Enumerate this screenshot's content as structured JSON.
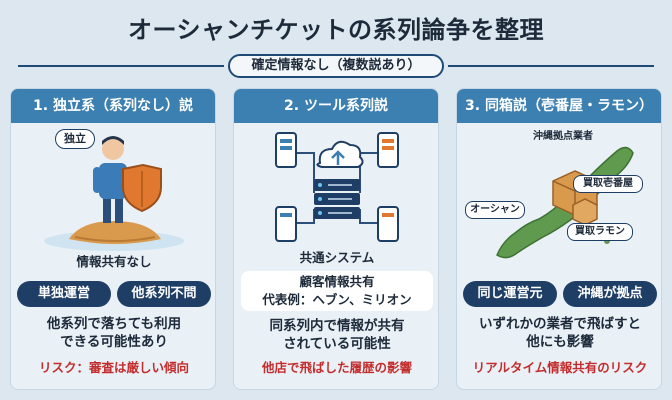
{
  "title": "オーシャンチケットの系列論争を整理",
  "subtitle": "確定情報なし（複数説あり）",
  "panels": [
    {
      "header": "1. 独立系（系列なし）説",
      "illus_tag": "独立",
      "illus_caption": "情報共有なし",
      "pills": [
        "単独運営",
        "他系列不問"
      ],
      "desc_lines": [
        "他系列で落ちても利用",
        "できる可能性あり"
      ],
      "risk": "リスク：審査は厳しい傾向"
    },
    {
      "header": "2. ツール系列説",
      "illus_caption": "共通システム",
      "box_lines": [
        "顧客情報共有",
        "代表例：ヘブン、ミリオン"
      ],
      "desc_lines": [
        "同系列内で情報が共有",
        "されている可能性"
      ],
      "risk": "他店で飛ばした履歴の影響"
    },
    {
      "header": "3. 同箱説（壱番屋・ラモン）",
      "map_tags": {
        "top": "沖縄拠点業者",
        "ocean": "オーシャン",
        "ichiban": "買取壱番屋",
        "ramon": "買取ラモン"
      },
      "pills": [
        "同じ運営元",
        "沖縄が拠点"
      ],
      "desc_lines": [
        "いずれかの業者で飛ばすと",
        "他にも影響"
      ],
      "risk": "リアルタイム情報共有のリスク"
    }
  ],
  "colors": {
    "header": "#3c7fb1",
    "pill": "#1f3e66",
    "risk": "#c42d2d",
    "background": "#dde7ef"
  },
  "icons": [
    "person-with-shield-icon",
    "island-icon",
    "cloud-upload-icon",
    "server-icon",
    "smartphone-icon",
    "okinawa-map-icon",
    "cardboard-box-icon"
  ]
}
